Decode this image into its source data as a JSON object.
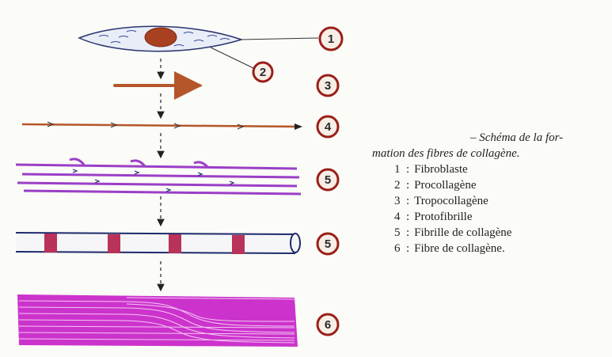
{
  "badges": [
    "1",
    "2",
    "3",
    "4",
    "5",
    "5",
    "6"
  ],
  "legend": {
    "caption_line1": "– Schéma de la for-",
    "caption_line2": "mation des fibres de collagène.",
    "items": [
      {
        "num": "1",
        "sep": ":",
        "label": "Fibroblaste"
      },
      {
        "num": "2",
        "sep": ":",
        "label": "Procollagène"
      },
      {
        "num": "3",
        "sep": ":",
        "label": "Tropocollagène"
      },
      {
        "num": "4",
        "sep": ":",
        "label": "Protofibrille"
      },
      {
        "num": "5",
        "sep": ":",
        "label": "Fibrille de collagène"
      },
      {
        "num": "6",
        "sep": ":",
        "label": "Fibre de collagène."
      }
    ]
  },
  "colors": {
    "badge_ring": "#9a1f1a",
    "nucleus": "#a8411f",
    "tropocollagen": "#b5562a",
    "protofibril": "#b5562a",
    "purple_line": "#9b3fc6",
    "fiber_fill": "#cc33cc",
    "band": "#b8325a",
    "outline": "#1f2a6b"
  }
}
